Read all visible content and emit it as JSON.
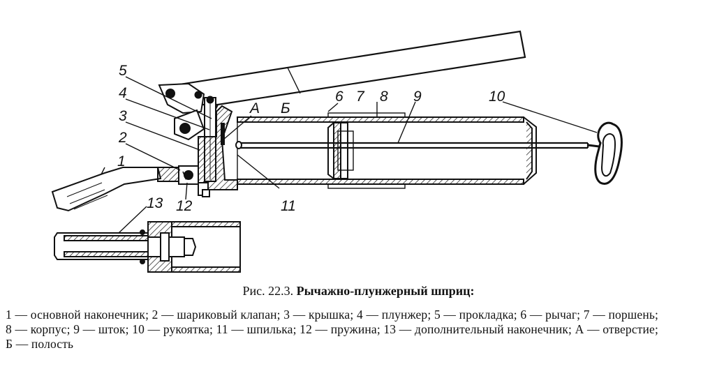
{
  "labels": [
    "1",
    "2",
    "3",
    "4",
    "5",
    "6",
    "7",
    "8",
    "9",
    "10",
    "11",
    "12",
    "13",
    "А",
    "Б"
  ],
  "caption": {
    "prefix": "Рис. 22.3.",
    "title": "Рычажно-плунжерный шприц:"
  },
  "legend_text": "1 — основной наконечник; 2 — шариковый клапан; 3 — крышка; 4 — плунжер; 5 — прокладка; 6 — рычаг; 7 — поршень; 8 — корпус; 9 — шток; 10 — рукоятка; 11 — шпилька; 12 — пружина; 13 — дополнительный наконечник; А — отверстие; Б — полость"
}
